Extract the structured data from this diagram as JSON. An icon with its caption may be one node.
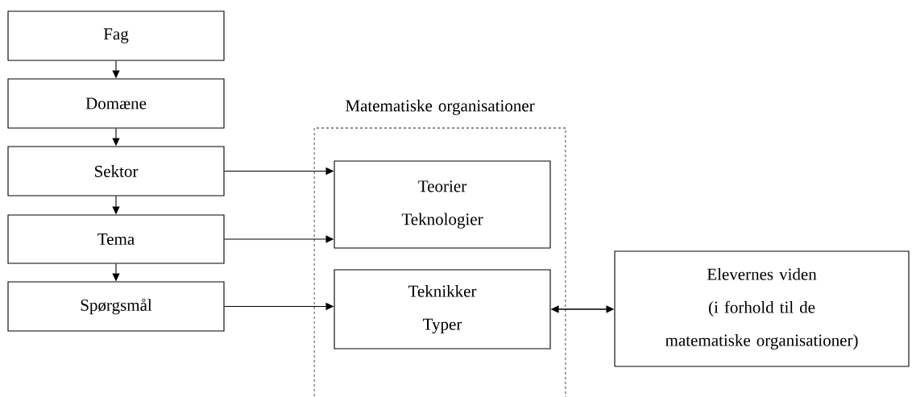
{
  "diagram": {
    "nodes": [
      {
        "text": [
          "Fag"
        ]
      },
      {
        "text": [
          "Domæne"
        ]
      },
      {
        "text": [
          "Sektor"
        ]
      },
      {
        "text": [
          "Tema"
        ]
      },
      {
        "text": [
          "Spørgsmål"
        ]
      },
      {
        "text": [
          "Matematiske organisationer"
        ]
      },
      {
        "text": [
          "Teorier",
          "Teknologier"
        ],
        "in": 5
      },
      {
        "text": [
          "Teknikker",
          "Typer"
        ],
        "in": 5
      },
      {
        "text": [
          "Elevernes viden",
          "(i forhold til de matematiske organisationer)"
        ]
      }
    ],
    "edges": [
      {
        "from": 0,
        "to": 1,
        "arrow": "to"
      },
      {
        "from": 1,
        "to": 2,
        "arrow": "to"
      },
      {
        "from": 2,
        "to": 3,
        "arrow": "to"
      },
      {
        "from": 3,
        "to": 4,
        "arrow": "to"
      },
      {
        "from": 2,
        "to": 6,
        "arrow": "to"
      },
      {
        "from": 3,
        "to": 6,
        "arrow": "to"
      },
      {
        "from": 4,
        "to": 7,
        "arrow": "to"
      },
      {
        "from": 7,
        "to": 8,
        "arrow": "both"
      }
    ]
  }
}
